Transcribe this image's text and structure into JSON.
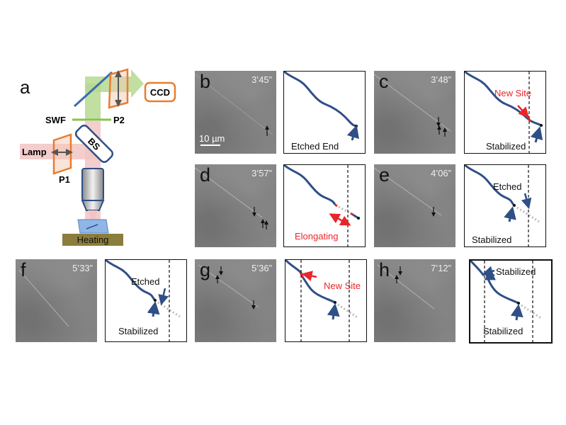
{
  "panel_a": {
    "label": "a",
    "components": {
      "ccd": "CCD",
      "p2": "P2",
      "swf": "SWF",
      "bs": "BS",
      "lamp": "Lamp",
      "p1": "P1",
      "heating": "Heating"
    }
  },
  "panels": {
    "b": {
      "label": "b",
      "time": "3’45”",
      "scale_bar": "10 µm",
      "schematic": {
        "text1": "Etched End"
      }
    },
    "c": {
      "label": "c",
      "time": "3’48”",
      "schematic": {
        "text1": "New Site",
        "text2": "Stabilized"
      }
    },
    "d": {
      "label": "d",
      "time": "3’57”",
      "schematic": {
        "text1": "Elongating"
      }
    },
    "e": {
      "label": "e",
      "time": "4’06”",
      "schematic": {
        "text1": "Etched",
        "text2": "Stabilized"
      }
    },
    "f": {
      "label": "f",
      "time": "5’33”",
      "schematic": {
        "text1": "Etched",
        "text2": "Stabilized"
      }
    },
    "g": {
      "label": "g",
      "time": "5’36”",
      "schematic": {
        "text1": "New Site"
      }
    },
    "h": {
      "label": "h",
      "time": "7’12”",
      "schematic": {
        "text1": "Stabilized",
        "text2": "Stabilized"
      }
    }
  },
  "colors": {
    "wire": "#2f4f86",
    "new_site": "#e8262a",
    "beam_green": "#b5d98f",
    "beam_pink": "#f2c4c4",
    "polarizer": "#e87d2e",
    "heating": "#8b7d3c"
  }
}
